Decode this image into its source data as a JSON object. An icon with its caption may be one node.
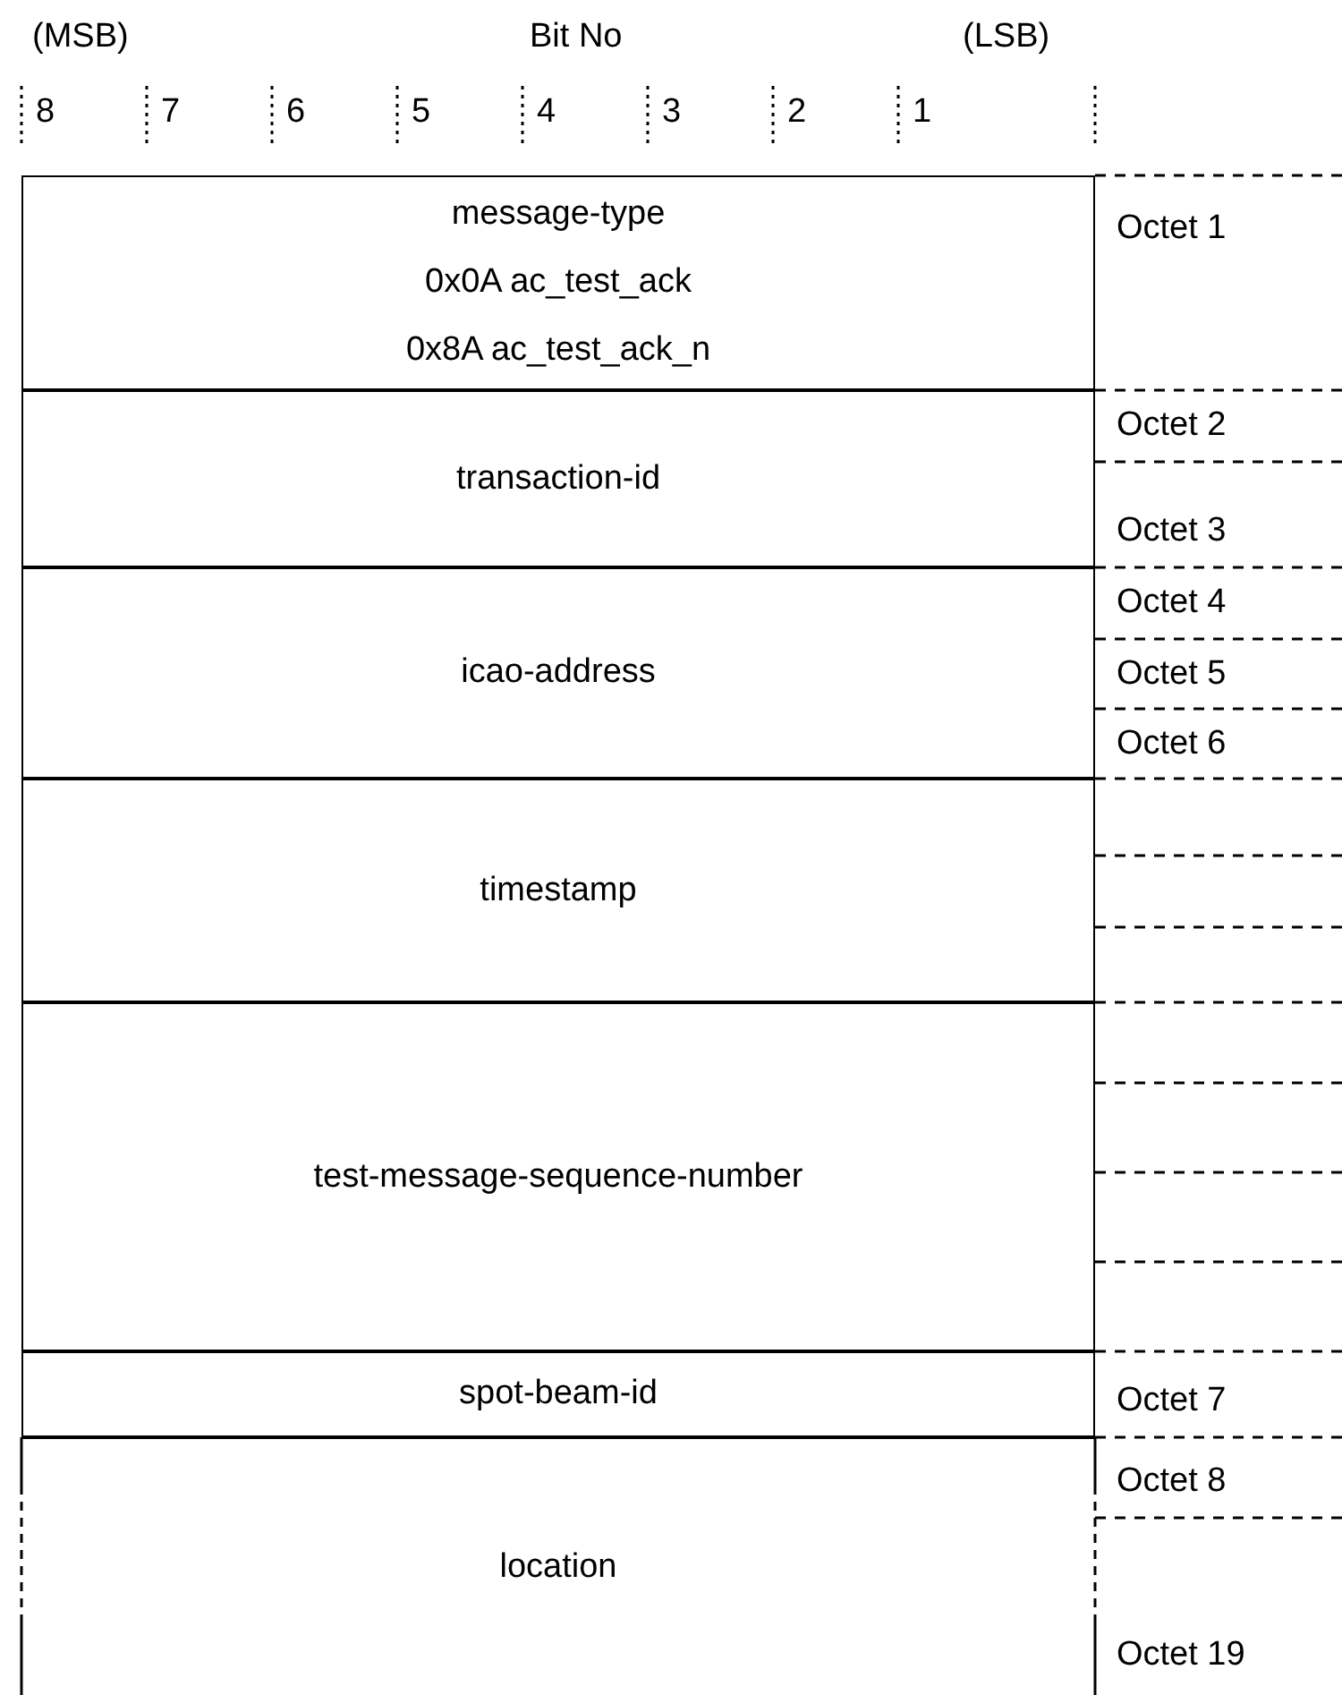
{
  "diagram": {
    "nodes": [
      {
        "text": [
          "message-type",
          "0x0A ac_test_ack",
          "0x8A ac_test_ack_n"
        ]
      },
      {
        "text": [
          "transaction-id"
        ]
      },
      {
        "text": [
          "icao-address"
        ]
      },
      {
        "text": [
          "timestamp"
        ]
      },
      {
        "text": [
          "test-message-sequence-number"
        ]
      },
      {
        "text": [
          "spot-beam-id"
        ]
      },
      {
        "text": [
          "location"
        ]
      }
    ],
    "edges": [],
    "labels": [
      "(MSB)",
      "Bit No",
      "(LSB)",
      "8",
      "7",
      "6",
      "5",
      "4",
      "3",
      "2",
      "1",
      "Octet 1",
      "Octet 2",
      "Octet 3",
      "Octet 4",
      "Octet 5",
      "Octet 6",
      "Octet 7",
      "Octet 8",
      "Octet 19"
    ]
  }
}
